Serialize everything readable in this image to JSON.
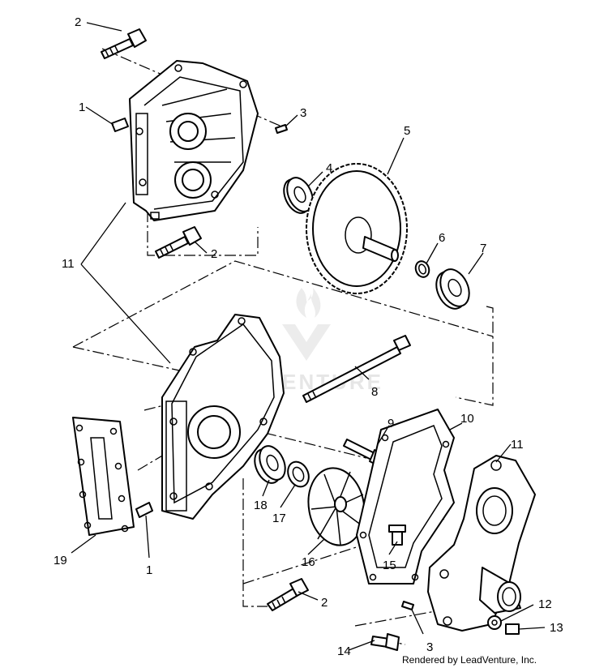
{
  "callouts": {
    "c2_top": "2",
    "c1_top": "1",
    "c3_top": "3",
    "c5": "5",
    "c4": "4",
    "c6": "6",
    "c7": "7",
    "c2_mid": "2",
    "c11_left": "11",
    "c8": "8",
    "c9": "9",
    "c10": "10",
    "c11_right": "11",
    "c18": "18",
    "c17": "17",
    "c16": "16",
    "c15": "15",
    "c19": "19",
    "c1_bottom": "1",
    "c2_bottom": "2",
    "c12": "12",
    "c13": "13",
    "c3_bottom": "3",
    "c14": "14"
  },
  "watermark": "LEADVENTURE",
  "credit": "Rendered by LeadVenture, Inc."
}
